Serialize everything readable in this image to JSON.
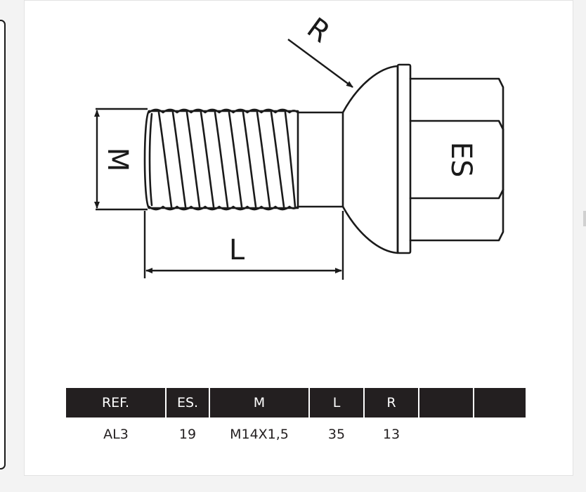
{
  "diagram": {
    "labels": {
      "radius": "R",
      "thread": "M",
      "length": "L",
      "wrench_size": "ES"
    }
  },
  "table": {
    "headers": [
      "REF.",
      "ES.",
      "M",
      "L",
      "R",
      "",
      ""
    ],
    "rows": [
      [
        "AL3",
        "19",
        "M14X1,5",
        "35",
        "13",
        "",
        ""
      ]
    ]
  },
  "colors": {
    "ink": "#231f20",
    "header_bg": "#231f20",
    "header_text": "#ffffff",
    "background": "#ffffff"
  }
}
